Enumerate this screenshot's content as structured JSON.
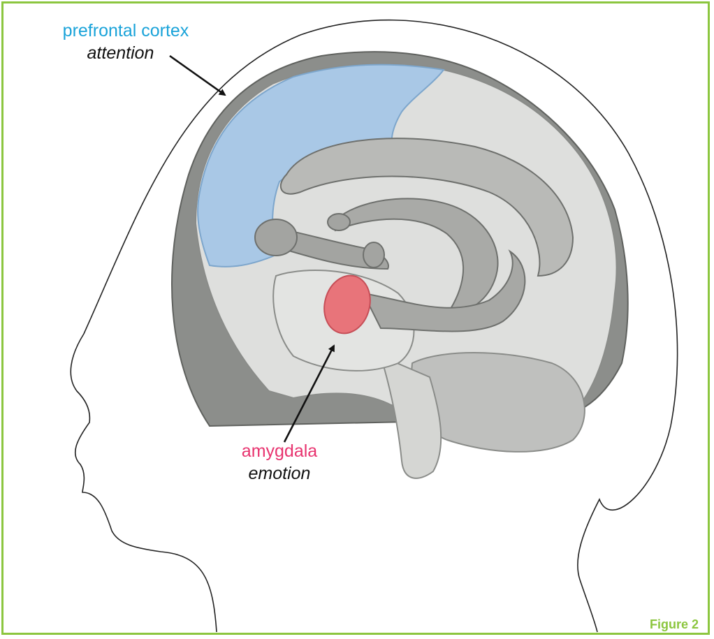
{
  "labels": {
    "prefrontal": {
      "name": "prefrontal cortex",
      "function": "attention"
    },
    "amygdala": {
      "name": "amygdala",
      "function": "emotion"
    }
  },
  "figure_label": "Figure 2",
  "colors": {
    "frame": "#8cc63f",
    "prefrontal": "#1aa3d9",
    "amygdala": "#e8336f",
    "prefrontal_fill": "#a9c8e6",
    "amygdala_fill": "#e8747a",
    "brain_fill": "#dedfdd"
  }
}
